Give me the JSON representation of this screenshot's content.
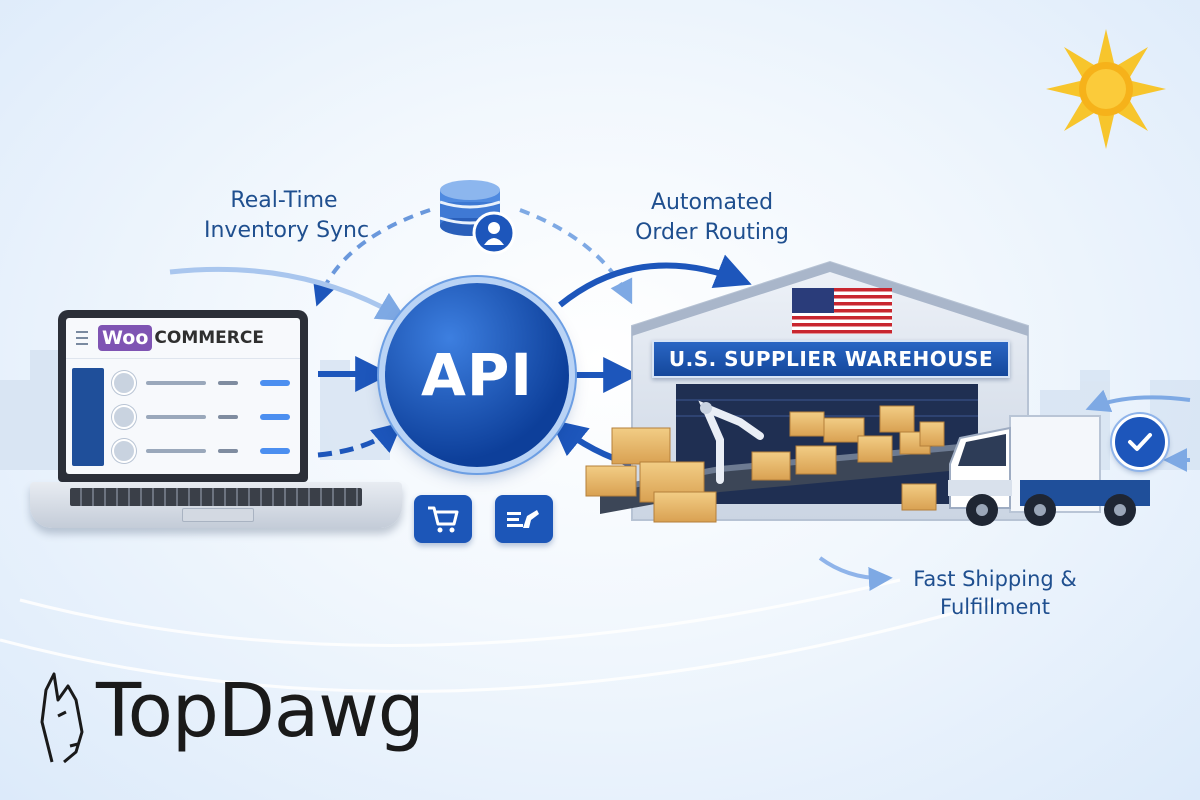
{
  "labels": {
    "inventory_sync": [
      "Real-Time",
      "Inventory Sync"
    ],
    "order_routing": [
      "Automated",
      "Order Routing"
    ],
    "shipping": [
      "Fast Shipping &",
      "Fulfillment"
    ]
  },
  "api": {
    "label": "API"
  },
  "storefront": {
    "logo_badge": "Woo",
    "logo_word": "COMMERCE",
    "product_rows": 3
  },
  "warehouse": {
    "sign": "U.S. SUPPLIER WAREHOUSE"
  },
  "icons": [
    "database-icon",
    "user-icon",
    "cart-icon",
    "shipping-form-icon",
    "check-icon",
    "sun-icon",
    "us-flag-icon",
    "dog-logo-icon"
  ],
  "brand": {
    "name": "TopDawg"
  },
  "colors": {
    "primary_blue": "#1c56b8",
    "dark_blue": "#0d3f9a",
    "label_blue": "#1f4f8f",
    "woo_purple": "#7f54b3",
    "box_tan": "#e8b96a",
    "sun_yellow": "#f6b21a"
  }
}
